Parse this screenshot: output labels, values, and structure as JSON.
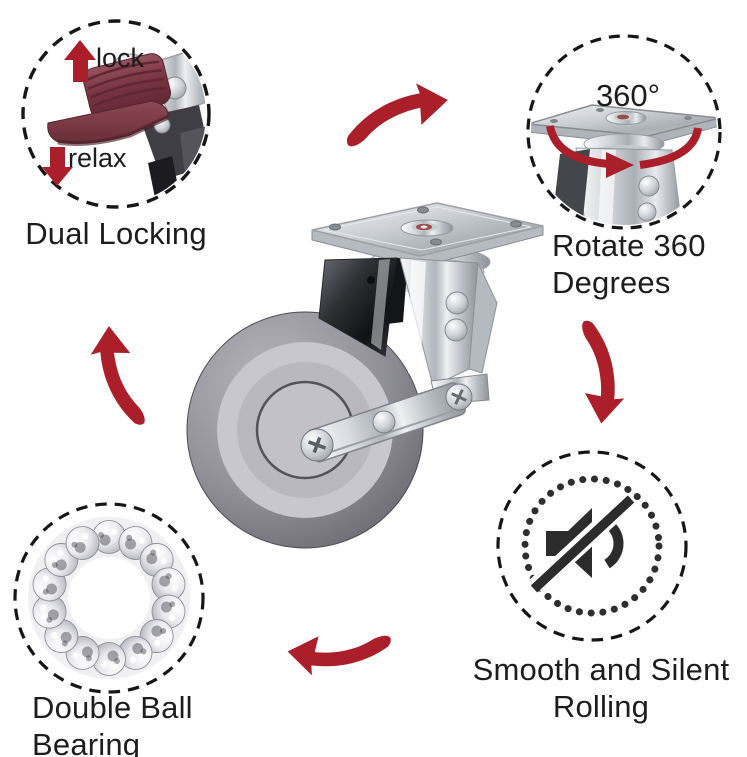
{
  "features": {
    "dual_locking": {
      "label": "Dual Locking",
      "lock_annotation": "lock",
      "relax_annotation": "relax"
    },
    "rotate_360": {
      "degree_badge": "360°",
      "label_line1": "Rotate 360",
      "label_line2": "Degrees"
    },
    "double_ball_bearing": {
      "label_line1": "Double Ball",
      "label_line2": "Bearing",
      "ball_count": 14
    },
    "smooth_silent_rolling": {
      "label_line1": "Smooth and Silent",
      "label_line2": "Rolling"
    }
  },
  "colors": {
    "arrow_red": "#ab1f2a",
    "label_text": "#1d1d1d",
    "dashed_circle": "#161616",
    "pedal_maroon": "#7a3340",
    "wheel_tread_gray": "#929199",
    "wheel_sidewall_gray": "#c8c7cf",
    "wheel_hub_gray": "#b9b8c1",
    "chrome_highlight": "#f8f9fa",
    "chrome_shadow": "#8e949b",
    "mute_icon_dark": "#2c2c2c"
  },
  "icons": {
    "lock-up-arrow-icon": "solid red block arrow pointing up",
    "relax-down-arrow-icon": "solid red block arrow pointing down",
    "rotation-arrow-icon": "red curved arrow circling the swivel plate",
    "flow-arrow-icon": "red swoosh arrow, four placed clockwise",
    "mute-speaker-icon": "dark speaker glyph with diagonal slash",
    "ball-bearing-ring-icon": "ring of 14 chrome balls",
    "dashed-circle-icon": "black dashed circle badge"
  }
}
